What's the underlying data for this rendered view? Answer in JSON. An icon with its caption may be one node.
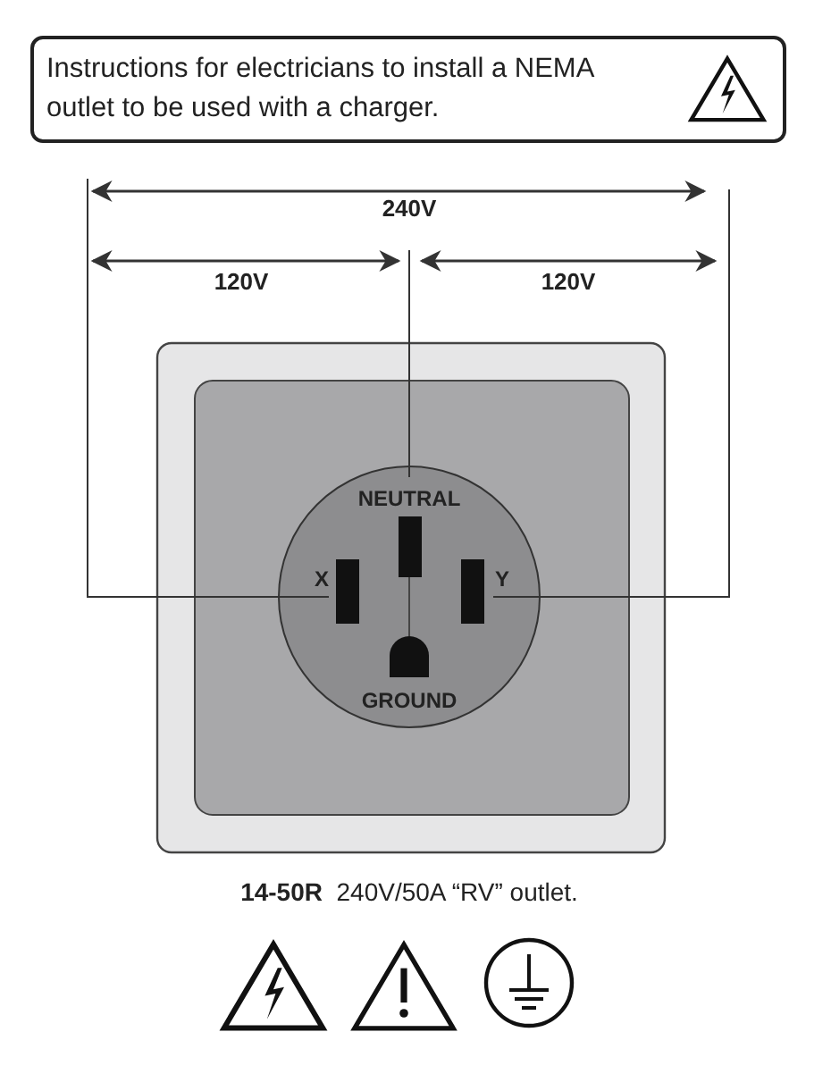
{
  "diagram": {
    "caption": "**14-50R**  240V/50A “RV” outlet.",
    "nodes": [
      {
        "text": [
          "Instructions for electricians to install a NEMA outlet to be used with a charger."
        ]
      }
    ],
    "labels": [
      "240V",
      "120V",
      "120V",
      "NEUTRAL",
      "X",
      "Y",
      "GROUND"
    ]
  }
}
